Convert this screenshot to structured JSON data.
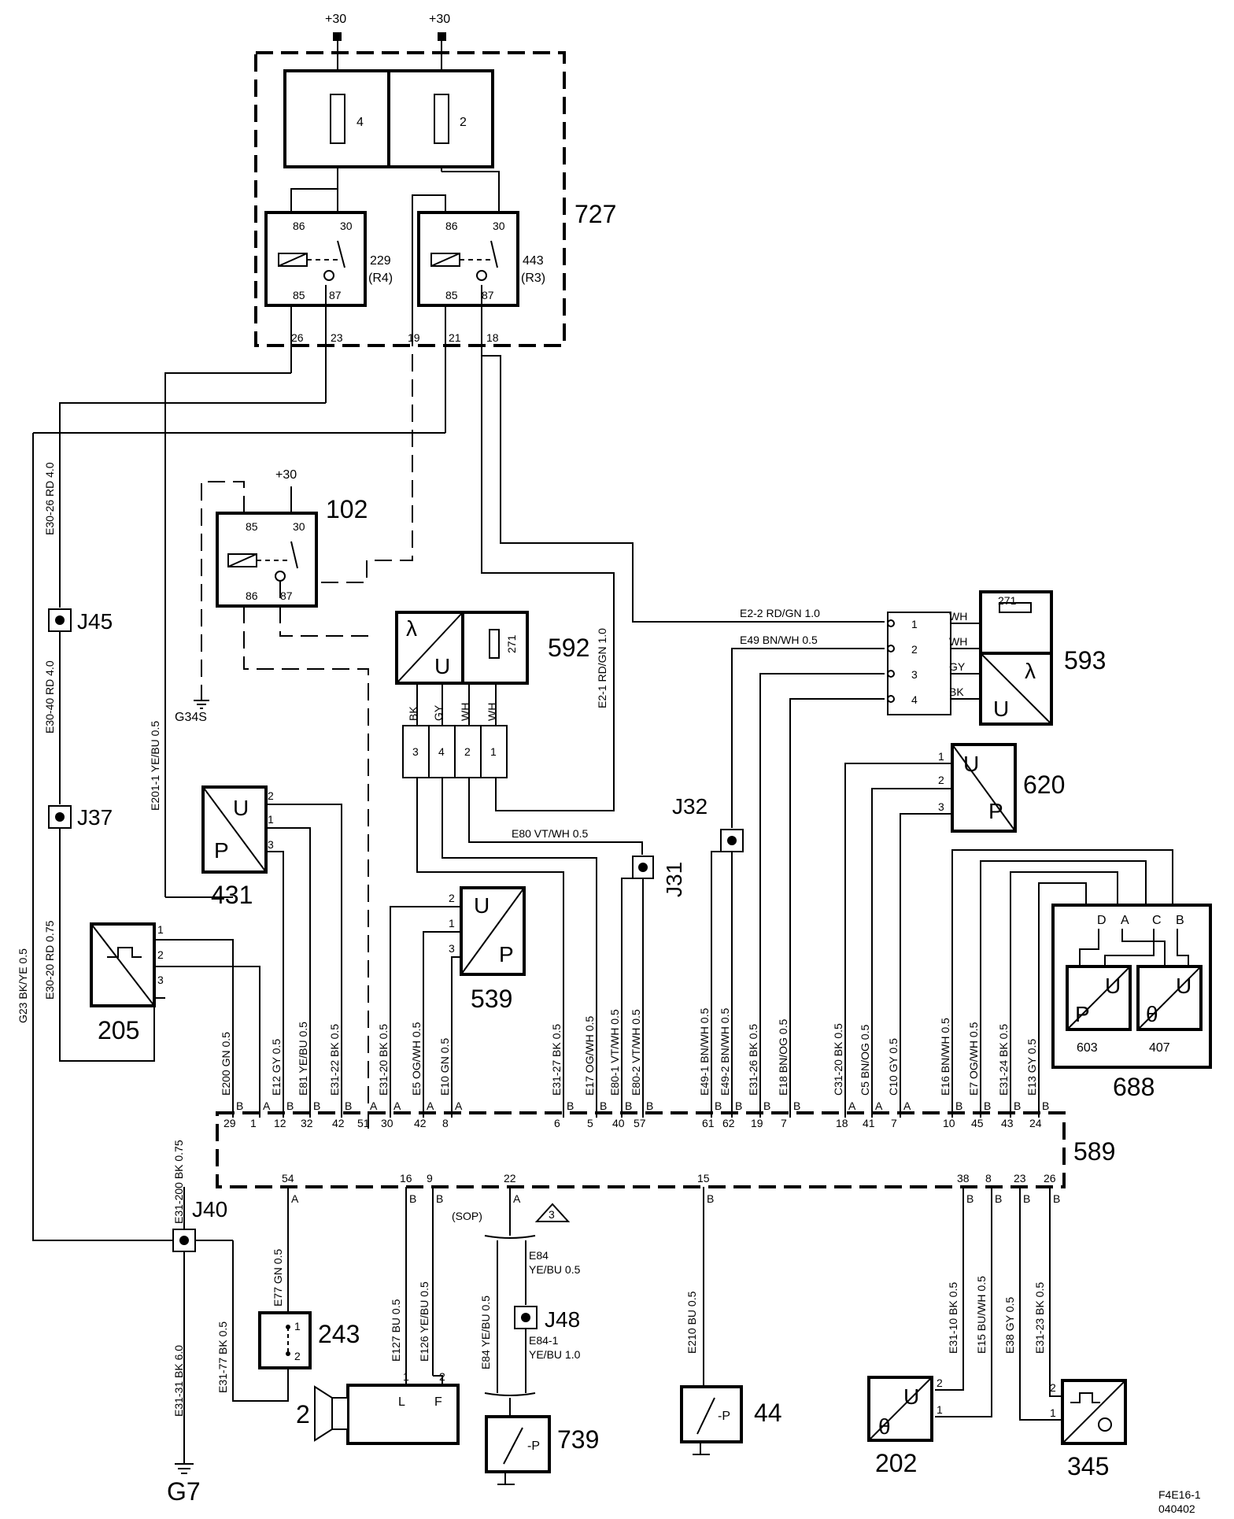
{
  "supplies": {
    "plus30_left": "+30",
    "plus30_right": "+30",
    "plus30_relay": "+30"
  },
  "fuse_box": {
    "id": "727",
    "fuses": [
      {
        "num": "4"
      },
      {
        "num": "2"
      }
    ],
    "relay_left": {
      "id": "229",
      "sub": "(R4)",
      "t86": "86",
      "t30": "30",
      "t85": "85",
      "t87": "87"
    },
    "relay_right": {
      "id": "443",
      "sub": "(R3)",
      "t86": "86",
      "t30": "30",
      "t85": "85",
      "t87": "87"
    },
    "pins": [
      "26",
      "23",
      "19",
      "21",
      "18"
    ]
  },
  "relay_102": {
    "id": "102",
    "t85": "85",
    "t30": "30",
    "t86": "86",
    "t87": "87"
  },
  "ground_g34s": "G34S",
  "ground_g7": "G7",
  "j45": "J45",
  "j37": "J37",
  "j40": "J40",
  "j32": "J32",
  "j31": "J31",
  "j48": "J48",
  "left_wires": {
    "e30_26": "E30-26  RD  4.0",
    "e30_40": "E30-40  RD  4.0",
    "e30_20": "E30-20  RD  0.75",
    "g23": "G23  BK/YE  0.5",
    "e201_1": "E201-1  YE/BU  0.5",
    "e31_200": "E31-200  BK  0.75",
    "e31_31": "E31-31  BK  6.0",
    "e31_77": "E31-77  BK  0.5"
  },
  "sensor_592": {
    "id": "592",
    "lambda": "λ",
    "u": "U",
    "heater": "271",
    "pins": [
      "BK",
      "GY",
      "WH",
      "WH"
    ],
    "pin_nums": [
      "3",
      "4",
      "2",
      "1"
    ]
  },
  "wire_e2_1": "E2-1  RD/GN  1.0",
  "wire_e80": "E80   VT/WH  0.5",
  "sensor_593": {
    "id": "593",
    "heater": "271",
    "u": "U",
    "lambda": "λ",
    "pins": [
      "1",
      "2",
      "3",
      "4"
    ],
    "colors": [
      "WH",
      "WH",
      "GY",
      "BK"
    ]
  },
  "wire_e2_2": "E2-2   RD/GN  1.0",
  "wire_e49": "E49   BN/WH  0.5",
  "sensor_431": {
    "id": "431",
    "u": "U",
    "p": "P",
    "pins": [
      "2",
      "1",
      "3"
    ]
  },
  "sensor_205": {
    "id": "205",
    "pins": [
      "1",
      "2",
      "3"
    ]
  },
  "sensor_539": {
    "id": "539",
    "u": "U",
    "p": "P",
    "pins": [
      "2",
      "1",
      "3"
    ]
  },
  "sensor_620": {
    "id": "620",
    "u": "U",
    "p": "P",
    "pins": [
      "1",
      "2",
      "3"
    ]
  },
  "sensor_688": {
    "id": "688",
    "pins": [
      "D",
      "A",
      "C",
      "B"
    ],
    "sub1": {
      "id": "603",
      "u": "U",
      "p": "P"
    },
    "sub2": {
      "id": "407",
      "u": "U",
      "theta": "θ"
    }
  },
  "ecu": {
    "id": "589",
    "top_pins": [
      {
        "wire": "E200  GN  0.5",
        "side": "B",
        "num": "29"
      },
      {
        "wire": "",
        "side": "A",
        "num": "1"
      },
      {
        "wire": "E12  GY  0.5",
        "side": "B",
        "num": "12"
      },
      {
        "wire": "E81  YE/BU  0.5",
        "side": "B",
        "num": "32"
      },
      {
        "wire": "E31-22  BK  0.5",
        "side": "B",
        "num": "42"
      },
      {
        "wire": "",
        "side": "A",
        "num": "51"
      },
      {
        "wire": "E31-20  BK  0.5",
        "side": "A",
        "num": "30"
      },
      {
        "wire": "E5  OG/WH  0.5",
        "side": "A",
        "num": "42"
      },
      {
        "wire": "E10  GN  0.5",
        "side": "A",
        "num": "8"
      },
      {
        "wire": "E31-27  BK  0.5",
        "side": "B",
        "num": "6"
      },
      {
        "wire": "E17  OG/WH  0.5",
        "side": "B",
        "num": "5"
      },
      {
        "wire": "E80-1  VT/WH  0.5",
        "side": "B",
        "num": "40"
      },
      {
        "wire": "E80-2  VT/WH  0.5",
        "side": "B",
        "num": "57"
      },
      {
        "wire": "E49-1  BN/WH  0.5",
        "side": "B",
        "num": "61"
      },
      {
        "wire": "E49-2  BN/WH  0.5",
        "side": "B",
        "num": "62"
      },
      {
        "wire": "E31-26  BK  0.5",
        "side": "B",
        "num": "19"
      },
      {
        "wire": "E18  BN/OG  0.5",
        "side": "B",
        "num": "7"
      },
      {
        "wire": "C31-20  BK  0.5",
        "side": "A",
        "num": "18"
      },
      {
        "wire": "C5  BN/OG  0.5",
        "side": "A",
        "num": "41"
      },
      {
        "wire": "C10  GY  0.5",
        "side": "A",
        "num": "7"
      },
      {
        "wire": "E16  BN/WH  0.5",
        "side": "B",
        "num": "10"
      },
      {
        "wire": "E7  OG/WH  0.5",
        "side": "B",
        "num": "45"
      },
      {
        "wire": "E31-24  BK  0.5",
        "side": "B",
        "num": "43"
      },
      {
        "wire": "E13  GY  0.5",
        "side": "B",
        "num": "24"
      }
    ],
    "bottom_pins": [
      {
        "num": "54",
        "side": "A"
      },
      {
        "num": "16",
        "side": "B"
      },
      {
        "num": "9",
        "side": "B"
      },
      {
        "num": "22",
        "side": "A"
      },
      {
        "num": "15",
        "side": "B"
      },
      {
        "num": "38",
        "side": "B"
      },
      {
        "num": "8",
        "side": "B"
      },
      {
        "num": "23",
        "side": "B"
      },
      {
        "num": "26",
        "side": "B"
      }
    ]
  },
  "sop_label": "(SOP)",
  "sop_note": "3",
  "bottom_wires": {
    "e77": "E77  GN  0.5",
    "e127": "E127  BU  0.5",
    "e126": "E126  YE/BU  0.5",
    "e84": "E84  YE/BU  0.5",
    "e84_r1": "E84",
    "e84_r2": "YE/BU  0.5",
    "e84_1a": "E84-1",
    "e84_1b": "YE/BU  1.0",
    "e210": "E210  BU  0.5",
    "e31_10": "E31-10  BK  0.5",
    "e15": "E15  BU/WH  0.5",
    "e38": "E38  GY  0.5",
    "e31_23": "E31-23  BK  0.5"
  },
  "comp_243": {
    "id": "243",
    "p1": "1",
    "p2": "2"
  },
  "comp_2": {
    "id": "2",
    "l": "L",
    "f": "F",
    "p1": "1",
    "p2": "2"
  },
  "comp_739": {
    "id": "739",
    "p": "-P"
  },
  "comp_44": {
    "id": "44",
    "p": "-P"
  },
  "comp_202": {
    "id": "202",
    "u": "U",
    "theta": "θ",
    "p2": "2",
    "p1": "1"
  },
  "comp_345": {
    "id": "345",
    "p2": "2",
    "p1": "1"
  },
  "footer": {
    "code": "F4E16-1",
    "date": "040402"
  }
}
